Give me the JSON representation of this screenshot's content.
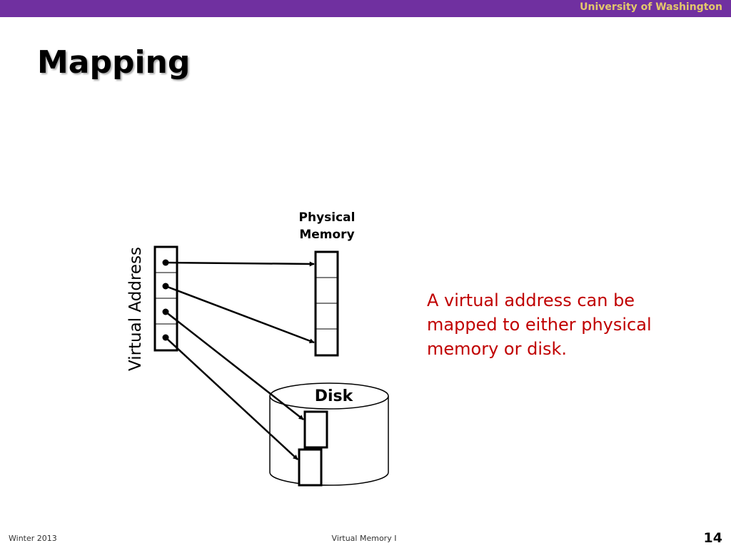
{
  "header": {
    "institution": "University of Washington",
    "bar_color": "#7030a0",
    "institution_color": "#e3c86b"
  },
  "slide": {
    "title": "Mapping"
  },
  "diagram": {
    "virtual_address_label": "Virtual Address",
    "physical_memory_label": "Physical Memory",
    "disk_label": "Disk",
    "virtual_address_slots": 4,
    "physical_memory_slots": 4
  },
  "caption": {
    "text": "A virtual address can be mapped to either physical memory or disk.",
    "color": "#c00000"
  },
  "footer": {
    "term": "Winter 2013",
    "topic": "Virtual Memory I",
    "page_number": "14"
  }
}
